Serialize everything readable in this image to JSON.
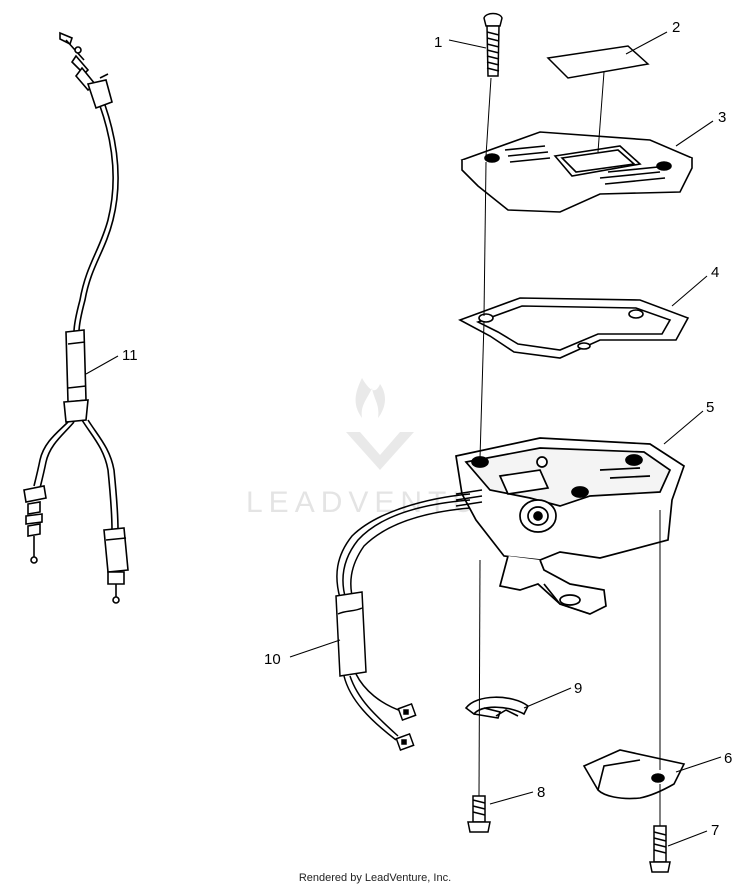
{
  "watermark": {
    "text": "LEADVENTURE",
    "color": "#d0d0d0"
  },
  "footer": {
    "credit": "Rendered by LeadVenture, Inc."
  },
  "callouts": [
    {
      "id": "1",
      "label": "1"
    },
    {
      "id": "2",
      "label": "2"
    },
    {
      "id": "3",
      "label": "3"
    },
    {
      "id": "4",
      "label": "4"
    },
    {
      "id": "5",
      "label": "5"
    },
    {
      "id": "6",
      "label": "6"
    },
    {
      "id": "7",
      "label": "7"
    },
    {
      "id": "8",
      "label": "8"
    },
    {
      "id": "9",
      "label": "9"
    },
    {
      "id": "10",
      "label": "10"
    },
    {
      "id": "11",
      "label": "11"
    }
  ]
}
